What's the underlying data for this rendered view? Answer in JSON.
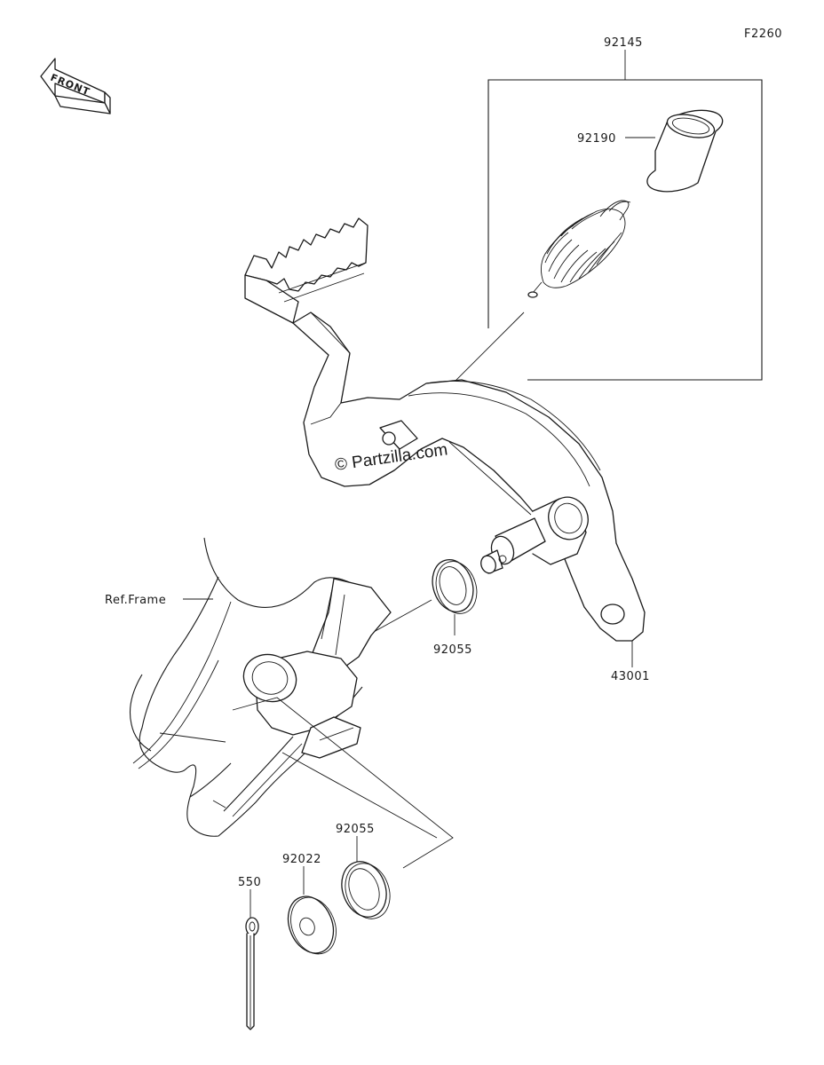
{
  "diagram_code": "F2260",
  "front_arrow_text": "FRONT",
  "watermark": "© Partzilla.com",
  "frame_reference": "Ref.Frame",
  "parts": {
    "spring_assembly": "92145",
    "sleeve": "92190",
    "pedal": "43001",
    "seal_upper": "92055",
    "seal_lower": "92055",
    "washer": "92022",
    "cotter_pin": "550"
  },
  "colors": {
    "ink": "#1a1a1a",
    "paper": "#ffffff"
  }
}
